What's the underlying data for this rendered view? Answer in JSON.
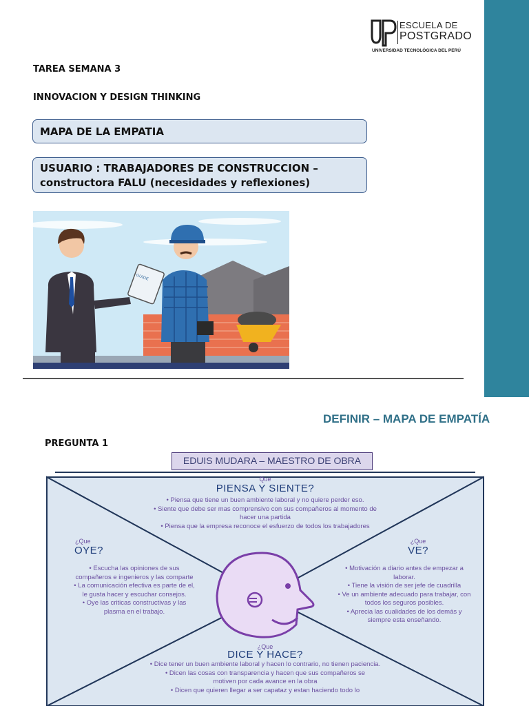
{
  "logo": {
    "line1": "ESCUELA DE",
    "line2": "POSTGRADO",
    "subtitle": "UNIVERSIDAD TECNOLÓGICA DEL PERÚ"
  },
  "heading": {
    "tarea": "TAREA SEMANA 3",
    "course": "INNOVACION Y DESIGN THINKING",
    "box1": "MAPA DE LA EMPATIA",
    "box2_line1": "USUARIO : TRABAJADORES DE CONSTRUCCION –",
    "box2_line2": "constructora FALU (necesidades y reflexiones)"
  },
  "illustration": {
    "clipboard_text": "GUIDE"
  },
  "slide": {
    "title": "DEFINIR – MAPA DE EMPATÍA",
    "pregunta": "PREGUNTA 1",
    "person": "EDUIS MUDARA – MAESTRO DE OBRA"
  },
  "map": {
    "piensa": {
      "q": "Que",
      "title": "PIENSA Y SIENTE?",
      "items": [
        "Piensa que tiene un buen ambiente laboral y no quiere perder eso.",
        "Siente que debe ser mas comprensivo con sus compañeros al momento de hacer una partida",
        "Piensa que la empresa reconoce el esfuerzo de todos los trabajadores"
      ]
    },
    "oye": {
      "q": "¿Que",
      "title": "OYE?",
      "items": [
        "Escucha las opiniones de sus compañeros e ingenieros y las comparte",
        "La comunicación efectiva es parte de el, le gusta hacer y escuchar consejos.",
        "Oye las criticas constructivas y las plasma en el trabajo."
      ]
    },
    "ve": {
      "q": "¿Que",
      "title": "VE?",
      "items": [
        "Motivación a diario antes de empezar a laborar.",
        "Tiene la visión de ser jefe de cuadrilla",
        "Ve un ambiente adecuado para trabajar, con todos los seguros posibles.",
        "Aprecia las cualidades de los demás y siempre esta enseñando."
      ]
    },
    "dice": {
      "q": "¿Que",
      "title": "DICE Y HACE?",
      "items": [
        "Dice tener un buen ambiente laboral y hacen lo contrario, no tienen paciencia.",
        "Dicen las cosas con transparencia y hacen que sus compañeros se motiven por cada avance en la obra",
        "Dicen que quieren llegar a ser capataz y estan haciendo todo lo"
      ]
    }
  }
}
